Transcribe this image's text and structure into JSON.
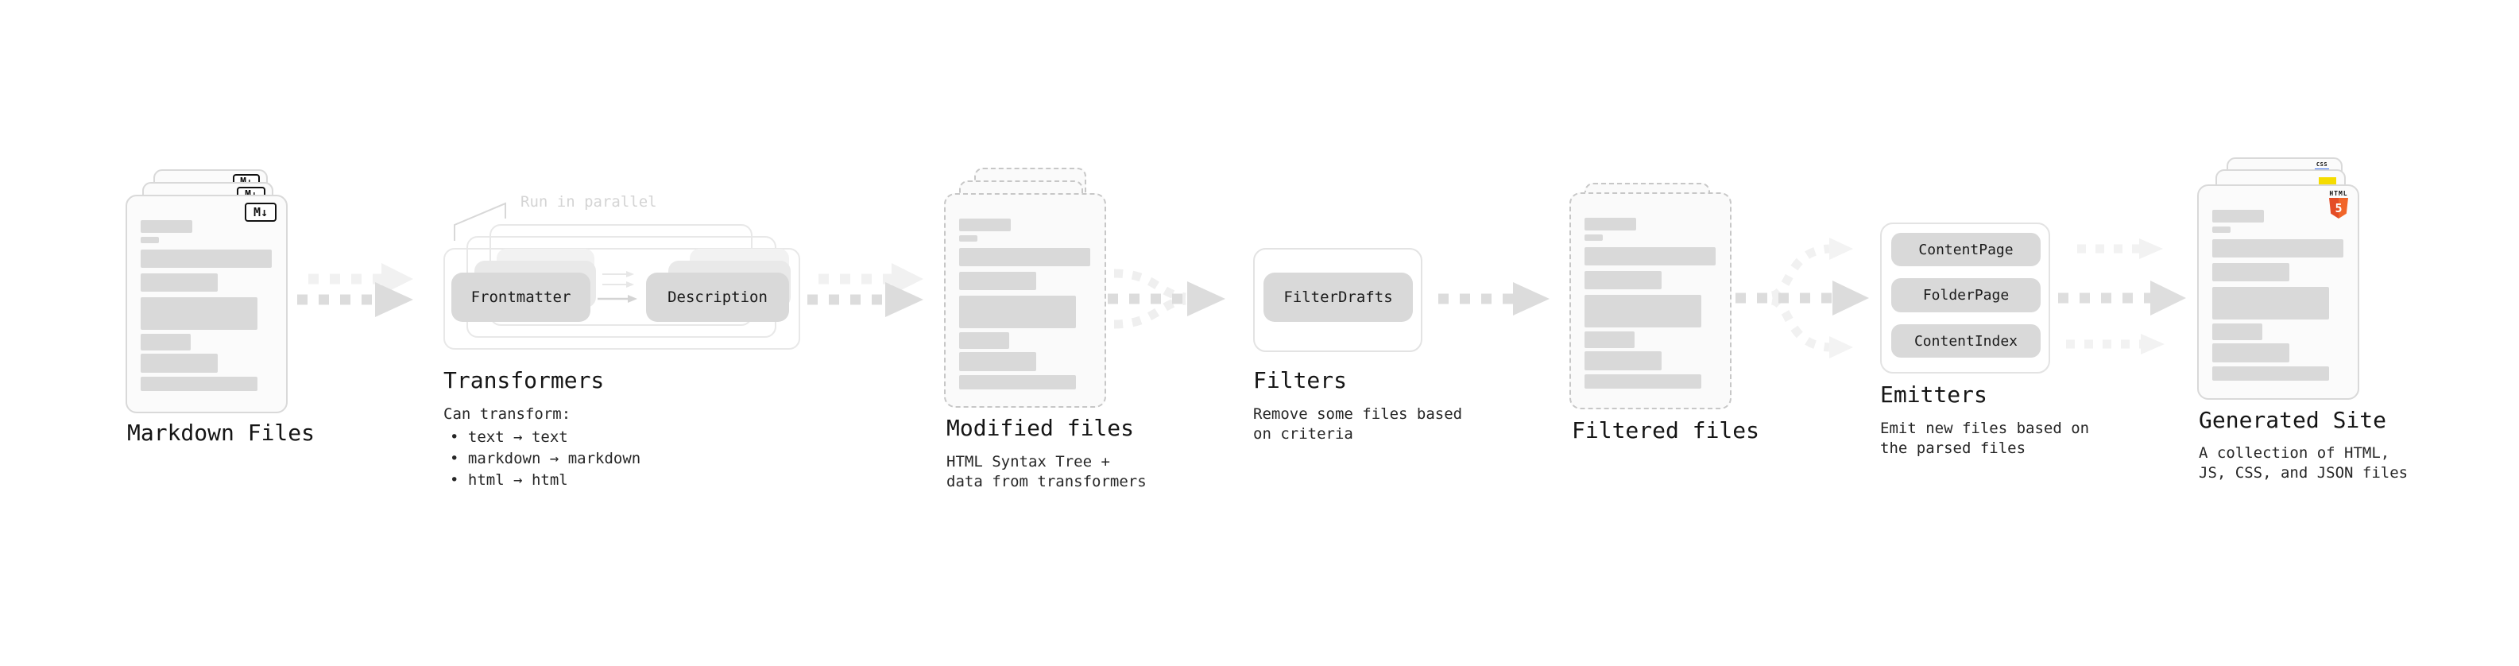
{
  "diagram": {
    "markdown": {
      "label": "Markdown Files",
      "badge": "M↓"
    },
    "transformers": {
      "annotation": "Run in parallel",
      "frontmatter_button": "Frontmatter",
      "description_button": "Description",
      "label": "Transformers",
      "desc_heading": "Can transform:",
      "bullets": [
        "• text → text",
        "• markdown → markdown",
        "• html → html"
      ]
    },
    "modified": {
      "label": "Modified files",
      "desc_lines": [
        "HTML Syntax Tree +",
        "data from transformers"
      ]
    },
    "filters": {
      "button": "FilterDrafts",
      "label": "Filters",
      "desc_lines": [
        "Remove some files based",
        "on criteria"
      ]
    },
    "filtered": {
      "label": "Filtered files"
    },
    "emitters": {
      "buttons": [
        "ContentPage",
        "FolderPage",
        "ContentIndex"
      ],
      "label": "Emitters",
      "desc_lines": [
        "Emit new files based on",
        "the parsed files"
      ]
    },
    "generated": {
      "label": "Generated Site",
      "desc_lines": [
        "A collection of HTML,",
        "JS, CSS, and JSON files"
      ],
      "css_badge": "CSS",
      "html_badge_title": "HTML",
      "html_badge_number": "5"
    }
  },
  "colors": {
    "arrow_dark": "#dcdcdc",
    "arrow_light": "#f1f1f1",
    "accent_orange": "#e44d26",
    "accent_yellow": "#f5dc00",
    "accent_blue": "#3b6ff0"
  }
}
